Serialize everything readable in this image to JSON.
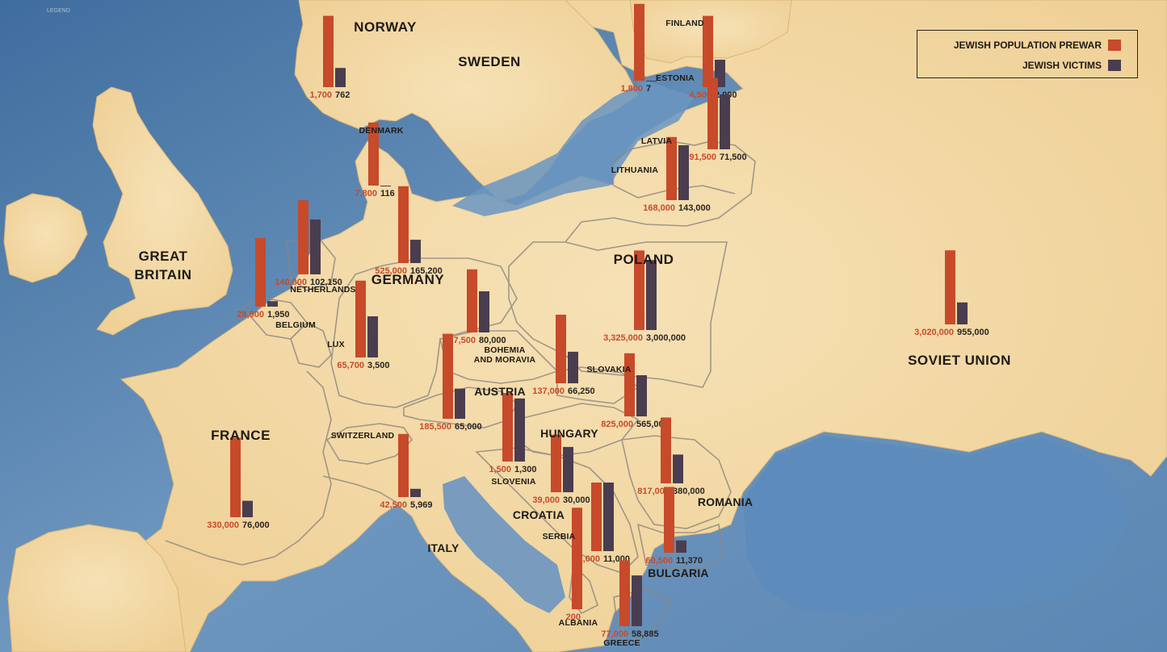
{
  "credit_text": "LEGEND",
  "legend": {
    "prewar_label": "JEWISH POPULATION PREWAR",
    "victims_label": "JEWISH VICTIMS"
  },
  "colors": {
    "prewar": "#c74a2a",
    "victims": "#4a3d4f",
    "land": "#f2d9a6",
    "sea": "#6e97bf",
    "border": "#8b8680",
    "country_label": "#1e1a17"
  },
  "country_labels": [
    {
      "name": "NORWAY",
      "size": "large"
    },
    {
      "name": "SWEDEN",
      "size": "large"
    },
    {
      "name": "FINLAND",
      "size": "small"
    },
    {
      "name": "ESTONIA",
      "size": "small"
    },
    {
      "name": "LATVIA",
      "size": "small"
    },
    {
      "name": "LITHUANIA",
      "size": "small"
    },
    {
      "name": "DENMARK",
      "size": "small"
    },
    {
      "name": "GREAT",
      "size": "large"
    },
    {
      "name": "BRITAIN",
      "size": "large"
    },
    {
      "name": "NETHERLANDS",
      "size": "small"
    },
    {
      "name": "BELGIUM",
      "size": "small"
    },
    {
      "name": "LUX",
      "size": "small"
    },
    {
      "name": "GERMANY",
      "size": "large"
    },
    {
      "name": "POLAND",
      "size": "large"
    },
    {
      "name": "BOHEMIA",
      "size": "small"
    },
    {
      "name": "AND MORAVIA",
      "size": "small"
    },
    {
      "name": "SLOVAKIA",
      "size": "small"
    },
    {
      "name": "AUSTRIA",
      "size": "medium"
    },
    {
      "name": "SOVIET UNION",
      "size": "large"
    },
    {
      "name": "FRANCE",
      "size": "large"
    },
    {
      "name": "SWITZERLAND",
      "size": "small"
    },
    {
      "name": "HUNGARY",
      "size": "medium"
    },
    {
      "name": "SLOVENIA",
      "size": "small"
    },
    {
      "name": "CROATIA",
      "size": "medium"
    },
    {
      "name": "SERBIA",
      "size": "small"
    },
    {
      "name": "ROMANIA",
      "size": "medium"
    },
    {
      "name": "ITALY",
      "size": "medium"
    },
    {
      "name": "BULGARIA",
      "size": "medium"
    },
    {
      "name": "ALBANIA",
      "size": "small"
    },
    {
      "name": "GREECE",
      "size": "small"
    }
  ],
  "chart_data": {
    "type": "bar",
    "series": [
      {
        "name": "JEWISH POPULATION PREWAR"
      },
      {
        "name": "JEWISH VICTIMS"
      }
    ],
    "points": [
      {
        "id": "norway",
        "prewar": 1700,
        "victims": 762,
        "prewar_text": "1,700",
        "victims_text": "762",
        "prewar_level": 0.52,
        "victims_level": 0.14
      },
      {
        "id": "finland",
        "prewar": 1800,
        "victims": 7,
        "prewar_text": "1,800",
        "victims_text": "7",
        "prewar_level": 0.56,
        "victims_level": 0.0
      },
      {
        "id": "estonia",
        "prewar": 4500,
        "victims": 2000,
        "prewar_text": "4,500",
        "victims_text": "2,000",
        "prewar_level": 0.52,
        "victims_level": 0.2
      },
      {
        "id": "denmark",
        "prewar": 7800,
        "victims": 116,
        "prewar_text": "7,800",
        "victims_text": "116",
        "prewar_level": 0.46,
        "victims_level": 0.0
      },
      {
        "id": "latvia",
        "prewar": 91500,
        "victims": 71500,
        "prewar_text": "91,500",
        "victims_text": "71,500",
        "prewar_level": 0.52,
        "victims_level": 0.4
      },
      {
        "id": "lithuania",
        "prewar": 168000,
        "victims": 143000,
        "prewar_text": "168,000",
        "victims_text": "143,000",
        "prewar_level": 0.46,
        "victims_level": 0.4
      },
      {
        "id": "germany",
        "prewar": 525000,
        "victims": 165200,
        "prewar_text": "525,000",
        "victims_text": "165,200",
        "prewar_level": 0.56,
        "victims_level": 0.17
      },
      {
        "id": "netherlands",
        "prewar": 140000,
        "victims": 102150,
        "prewar_text": "140,000",
        "victims_text": "102,150",
        "prewar_level": 0.54,
        "victims_level": 0.4
      },
      {
        "id": "belgium",
        "prewar": 28900,
        "victims": 1950,
        "prewar_text": "28,900",
        "victims_text": "1,950",
        "prewar_level": 0.5,
        "victims_level": 0.04
      },
      {
        "id": "poland",
        "prewar": 3325000,
        "victims": 3000000,
        "prewar_text": "3,325,000",
        "victims_text": "3,000,000",
        "prewar_level": 0.58,
        "victims_level": 0.51
      },
      {
        "id": "soviet-union",
        "prewar": 3020000,
        "victims": 955000,
        "prewar_text": "3,020,000",
        "victims_text": "955,000",
        "prewar_level": 0.54,
        "victims_level": 0.16
      },
      {
        "id": "lux",
        "prewar": 65700,
        "victims": 3500,
        "prewar_text": "65,700",
        "victims_text": "3,500",
        "prewar_level": 0.56,
        "victims_level": 0.3
      },
      {
        "id": "bohemia-moravia",
        "prewar": 117500,
        "victims": 80000,
        "prewar_text": "117,500",
        "victims_text": "80,000",
        "prewar_level": 0.46,
        "victims_level": 0.3
      },
      {
        "id": "slovakia",
        "prewar": 137000,
        "victims": 66250,
        "prewar_text": "137,000",
        "victims_text": "66,250",
        "prewar_level": 0.5,
        "victims_level": 0.23
      },
      {
        "id": "austria",
        "prewar": 185500,
        "victims": 65000,
        "prewar_text": "185,500",
        "victims_text": "65,000",
        "prewar_level": 0.62,
        "victims_level": 0.22
      },
      {
        "id": "hungary-slovakia",
        "prewar": 825000,
        "victims": 565000,
        "prewar_text": "825,000",
        "victims_text": "565,000",
        "prewar_level": 0.46,
        "victims_level": 0.3
      },
      {
        "id": "france",
        "prewar": 330000,
        "victims": 76000,
        "prewar_text": "330,000",
        "victims_text": "76,000",
        "prewar_level": 0.58,
        "victims_level": 0.12
      },
      {
        "id": "italy",
        "prewar": 42500,
        "victims": 5969,
        "prewar_text": "42,500",
        "victims_text": "5,969",
        "prewar_level": 0.46,
        "victims_level": 0.06
      },
      {
        "id": "hungary",
        "prewar": 1500,
        "victims": 1300,
        "prewar_text": "1,500",
        "victims_text": "1,300",
        "prewar_level": 0.5,
        "victims_level": 0.46
      },
      {
        "id": "slovenia",
        "prewar": 39000,
        "victims": 30000,
        "prewar_text": "39,000",
        "victims_text": "30,000",
        "prewar_level": 0.42,
        "victims_level": 0.33
      },
      {
        "id": "romania",
        "prewar": 817000,
        "victims": 380000,
        "prewar_text": "817,000",
        "victims_text": "380,000",
        "prewar_level": 0.48,
        "victims_level": 0.21
      },
      {
        "id": "serbia",
        "prewar": 12000,
        "victims": 11000,
        "prewar_text": "12,000",
        "victims_text": "11,000",
        "prewar_level": 0.5,
        "victims_level": 0.5
      },
      {
        "id": "bulgaria",
        "prewar": 60500,
        "victims": 11370,
        "prewar_text": "60,500",
        "victims_text": "11,370",
        "prewar_level": 0.48,
        "victims_level": 0.09
      },
      {
        "id": "albania",
        "prewar": 200,
        "victims": null,
        "prewar_text": "200",
        "victims_text": "",
        "prewar_level": 0.74,
        "victims_level": 0
      },
      {
        "id": "greece",
        "prewar": 77000,
        "victims": 58885,
        "prewar_text": "77,000",
        "victims_text": "58,885",
        "prewar_level": 0.48,
        "victims_level": 0.37
      }
    ]
  }
}
